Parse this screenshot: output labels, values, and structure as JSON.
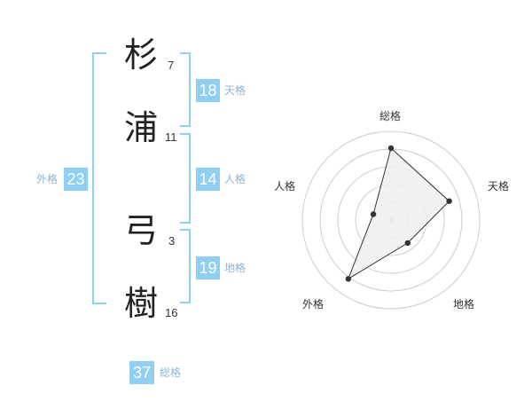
{
  "name": {
    "chars": [
      {
        "char": "杉",
        "strokes": "7"
      },
      {
        "char": "浦",
        "strokes": "11"
      },
      {
        "char": "弓",
        "strokes": "3"
      },
      {
        "char": "樹",
        "strokes": "16"
      }
    ]
  },
  "kakusu": {
    "tenkaku": {
      "value": "18",
      "label": "天格"
    },
    "jinkaku": {
      "value": "14",
      "label": "人格"
    },
    "chikaku": {
      "value": "19",
      "label": "地格"
    },
    "gaikaku": {
      "value": "23",
      "label": "外格"
    },
    "soukaku": {
      "value": "37",
      "label": "総格"
    }
  },
  "radar": {
    "axes": [
      "総格",
      "天格",
      "地格",
      "外格",
      "人格"
    ],
    "levels": 5,
    "values": [
      4.05,
      3.45,
      1.6,
      4.1,
      1.05
    ],
    "fill_color": "#eeeeee",
    "line_color": "#333333",
    "grid_color": "#cccccc"
  }
}
